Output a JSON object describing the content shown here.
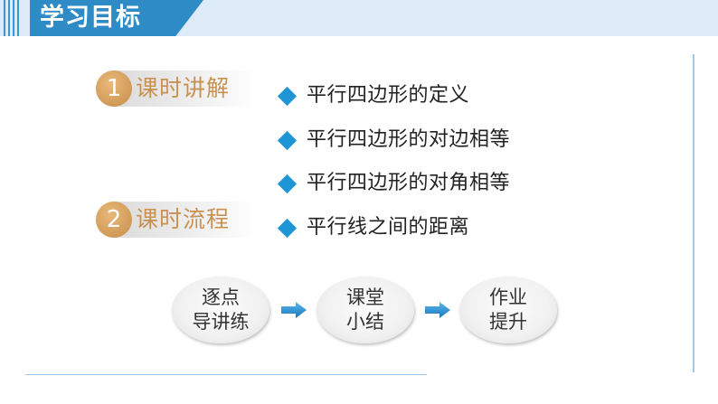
{
  "header": {
    "title": "学习目标"
  },
  "sections": [
    {
      "number": "1",
      "label": "课时讲解"
    },
    {
      "number": "2",
      "label": "课时流程"
    }
  ],
  "bullets": [
    "平行四边形的定义",
    "平行四边形的对边相等",
    "平行四边形的对角相等",
    "平行线之间的距离"
  ],
  "flow": [
    {
      "line1": "逐点",
      "line2": "导讲练"
    },
    {
      "line1": "课堂",
      "line2": "小结"
    },
    {
      "line1": "作业",
      "line2": "提升"
    }
  ],
  "colors": {
    "header_blue": "#2e8bc6",
    "header_band": "#dcebf7",
    "accent_gold": "#d19a58",
    "bullet_blue": "#1e96d6",
    "arrow_blue": "#1e88d0"
  },
  "icons": {
    "bullet": "diamond-icon",
    "flow_arrow": "arrow-right-icon"
  }
}
